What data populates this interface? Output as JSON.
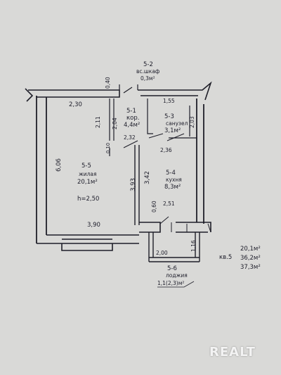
{
  "rooms": [
    {
      "id": "5-1",
      "name": "кор.",
      "area": "4,4м²"
    },
    {
      "id": "5-2",
      "name": "вс.шкаф",
      "area": "0,3м²"
    },
    {
      "id": "5-3",
      "name": "санузел",
      "area": "3,1м²"
    },
    {
      "id": "5-4",
      "name": "кухня",
      "area": "8,3м²"
    },
    {
      "id": "5-5",
      "name": "жилая",
      "area": "20,1м²",
      "height": "h=2,50"
    },
    {
      "id": "5-6",
      "name": "лоджия",
      "area": "1,1(2,3)м²"
    }
  ],
  "dimensions": [
    "0,40",
    "2,30",
    "1,55",
    "2,11",
    "2,04",
    "2,03",
    "2,32",
    "0,10",
    "2,36",
    "6,06",
    "3,93",
    "3,42",
    "0,60",
    "2,51",
    "3,90",
    "2,00",
    "1,16"
  ],
  "summary": {
    "label": "кв.5",
    "areas": [
      "20,1м²",
      "36,2м²",
      "37,3м²"
    ]
  },
  "watermark": "REALT"
}
